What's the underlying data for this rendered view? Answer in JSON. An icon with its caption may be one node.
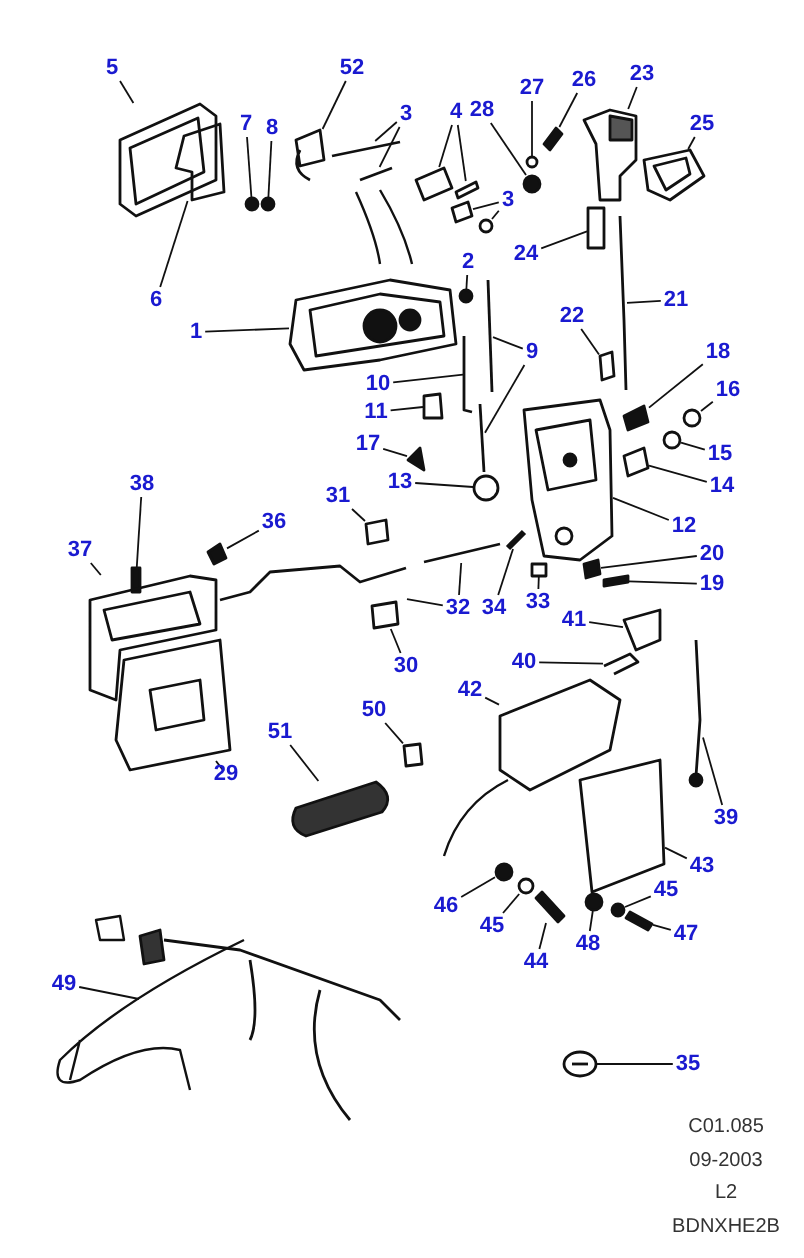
{
  "diagram": {
    "nodes": [
      {
        "text": [
          "5"
        ]
      },
      {
        "text": [
          "7"
        ]
      },
      {
        "text": [
          "8"
        ]
      },
      {
        "text": [
          "52"
        ]
      },
      {
        "text": [
          "3"
        ]
      },
      {
        "text": [
          "4"
        ]
      },
      {
        "text": [
          "28"
        ]
      },
      {
        "text": [
          "27"
        ]
      },
      {
        "text": [
          "26"
        ]
      },
      {
        "text": [
          "23"
        ]
      },
      {
        "text": [
          "25"
        ]
      },
      {
        "text": [
          "3"
        ]
      },
      {
        "text": [
          "6"
        ]
      },
      {
        "text": [
          "1"
        ]
      },
      {
        "text": [
          "2"
        ]
      },
      {
        "text": [
          "24"
        ]
      },
      {
        "text": [
          "21"
        ]
      },
      {
        "text": [
          "10"
        ]
      },
      {
        "text": [
          "9"
        ]
      },
      {
        "text": [
          "11"
        ]
      },
      {
        "text": [
          "22"
        ]
      },
      {
        "text": [
          "18"
        ]
      },
      {
        "text": [
          "16"
        ]
      },
      {
        "text": [
          "17"
        ]
      },
      {
        "text": [
          "15"
        ]
      },
      {
        "text": [
          "13"
        ]
      },
      {
        "text": [
          "14"
        ]
      },
      {
        "text": [
          "31"
        ]
      },
      {
        "text": [
          "36"
        ]
      },
      {
        "text": [
          "38"
        ]
      },
      {
        "text": [
          "37"
        ]
      },
      {
        "text": [
          "12"
        ]
      },
      {
        "text": [
          "32"
        ]
      },
      {
        "text": [
          "34"
        ]
      },
      {
        "text": [
          "33"
        ]
      },
      {
        "text": [
          "20"
        ]
      },
      {
        "text": [
          "19"
        ]
      },
      {
        "text": [
          "41"
        ]
      },
      {
        "text": [
          "30"
        ]
      },
      {
        "text": [
          "40"
        ]
      },
      {
        "text": [
          "42"
        ]
      },
      {
        "text": [
          "29"
        ]
      },
      {
        "text": [
          "50"
        ]
      },
      {
        "text": [
          "51"
        ]
      },
      {
        "text": [
          "39"
        ]
      },
      {
        "text": [
          "43"
        ]
      },
      {
        "text": [
          "46"
        ]
      },
      {
        "text": [
          "45"
        ]
      },
      {
        "text": [
          "45"
        ]
      },
      {
        "text": [
          "48"
        ]
      },
      {
        "text": [
          "44"
        ]
      },
      {
        "text": [
          "47"
        ]
      },
      {
        "text": [
          "49"
        ]
      },
      {
        "text": [
          "35"
        ]
      },
      {
        "text": [],
        "shape": "picture"
      },
      {
        "text": [],
        "shape": "circle"
      },
      {
        "text": [],
        "shape": "circle"
      },
      {
        "text": [],
        "shape": "picture"
      },
      {
        "text": [],
        "shape": "picture"
      },
      {
        "text": [],
        "shape": "picture"
      },
      {
        "text": [],
        "shape": "picture"
      },
      {
        "text": [],
        "shape": "box"
      },
      {
        "text": [],
        "shape": "circle"
      },
      {
        "text": [],
        "shape": "circle"
      },
      {
        "text": [],
        "shape": "picture"
      },
      {
        "text": [],
        "shape": "picture"
      },
      {
        "text": [],
        "shape": "picture"
      },
      {
        "text": [],
        "shape": "picture"
      },
      {
        "text": [],
        "shape": "circle"
      },
      {
        "text": [],
        "shape": "picture"
      },
      {
        "text": [],
        "shape": "picture"
      },
      {
        "text": [],
        "shape": "circle"
      },
      {
        "text": [],
        "shape": "box"
      },
      {
        "text": [],
        "shape": "picture"
      },
      {
        "text": [],
        "shape": "picture"
      },
      {
        "text": [],
        "shape": "picture"
      },
      {
        "text": [],
        "shape": "picture"
      },
      {
        "text": [],
        "shape": "box"
      },
      {
        "text": [],
        "shape": "box"
      },
      {
        "text": [],
        "shape": "picture"
      },
      {
        "text": [],
        "shape": "circle"
      },
      {
        "text": [],
        "shape": "picture"
      },
      {
        "text": [],
        "shape": "circle"
      },
      {
        "text": [],
        "shape": "circle"
      },
      {
        "text": [],
        "shape": "picture"
      },
      {
        "text": [],
        "shape": "box"
      },
      {
        "text": [],
        "shape": "picture"
      },
      {
        "text": [],
        "shape": "box"
      },
      {
        "text": [],
        "shape": "picture"
      },
      {
        "text": [],
        "shape": "picture"
      },
      {
        "text": [],
        "shape": "picture"
      },
      {
        "text": [],
        "shape": "picture"
      },
      {
        "text": [],
        "shape": "picture"
      },
      {
        "text": [],
        "shape": "box"
      },
      {
        "text": [],
        "shape": "box"
      },
      {
        "text": [],
        "shape": "box"
      },
      {
        "text": [],
        "shape": "picture"
      },
      {
        "text": [],
        "shape": "box"
      },
      {
        "text": [],
        "shape": "picture"
      },
      {
        "text": [],
        "shape": "picture"
      },
      {
        "text": [],
        "shape": "picture"
      },
      {
        "text": [],
        "shape": "box"
      },
      {
        "text": [],
        "shape": "picture"
      },
      {
        "text": [],
        "shape": "picture"
      },
      {
        "text": [],
        "shape": "picture"
      },
      {
        "text": [],
        "shape": "circle"
      },
      {
        "text": [],
        "shape": "circle"
      },
      {
        "text": [],
        "shape": "circle"
      },
      {
        "text": [],
        "shape": "circle"
      },
      {
        "text": [],
        "shape": "picture"
      },
      {
        "text": [],
        "shape": "picture"
      },
      {
        "text": [],
        "shape": "picture"
      },
      {
        "text": [],
        "shape": "picture"
      }
    ],
    "edges": [
      {
        "from": 0,
        "to": 54,
        "arrow": "none"
      },
      {
        "from": 1,
        "to": 55,
        "arrow": "none"
      },
      {
        "from": 2,
        "to": 56,
        "arrow": "none"
      },
      {
        "from": 3,
        "to": 57,
        "arrow": "none"
      },
      {
        "from": 4,
        "to": 58,
        "arrow": "none"
      },
      {
        "from": 4,
        "to": 59,
        "arrow": "none"
      },
      {
        "from": 5,
        "to": 60,
        "arrow": "none"
      },
      {
        "from": 5,
        "to": 61,
        "arrow": "none"
      },
      {
        "from": 6,
        "to": 62,
        "arrow": "none"
      },
      {
        "from": 7,
        "to": 63,
        "arrow": "none"
      },
      {
        "from": 8,
        "to": 64,
        "arrow": "none"
      },
      {
        "from": 9,
        "to": 65,
        "arrow": "none"
      },
      {
        "from": 10,
        "to": 66,
        "arrow": "none"
      },
      {
        "from": 11,
        "to": 67,
        "arrow": "none"
      },
      {
        "from": 11,
        "to": 68,
        "arrow": "none"
      },
      {
        "from": 12,
        "to": 69,
        "arrow": "none"
      },
      {
        "from": 13,
        "to": 70,
        "arrow": "none"
      },
      {
        "from": 14,
        "to": 71,
        "arrow": "none"
      },
      {
        "from": 15,
        "to": 72,
        "arrow": "none"
      },
      {
        "from": 16,
        "to": 73,
        "arrow": "none"
      },
      {
        "from": 17,
        "to": 74,
        "arrow": "none"
      },
      {
        "from": 18,
        "to": 75,
        "arrow": "none"
      },
      {
        "from": 18,
        "to": 76,
        "arrow": "none"
      },
      {
        "from": 19,
        "to": 77,
        "arrow": "none"
      },
      {
        "from": 20,
        "to": 78,
        "arrow": "none"
      },
      {
        "from": 21,
        "to": 79,
        "arrow": "none"
      },
      {
        "from": 22,
        "to": 80,
        "arrow": "none"
      },
      {
        "from": 23,
        "to": 81,
        "arrow": "none"
      },
      {
        "from": 24,
        "to": 82,
        "arrow": "none"
      },
      {
        "from": 25,
        "to": 83,
        "arrow": "none"
      },
      {
        "from": 26,
        "to": 84,
        "arrow": "none"
      },
      {
        "from": 27,
        "to": 85,
        "arrow": "none"
      },
      {
        "from": 28,
        "to": 86,
        "arrow": "none"
      },
      {
        "from": 29,
        "to": 87,
        "arrow": "none"
      },
      {
        "from": 30,
        "to": 88,
        "arrow": "none"
      },
      {
        "from": 31,
        "to": 89,
        "arrow": "none"
      },
      {
        "from": 32,
        "to": 90,
        "arrow": "none"
      },
      {
        "from": 32,
        "to": 91,
        "arrow": "none"
      },
      {
        "from": 33,
        "to": 92,
        "arrow": "none"
      },
      {
        "from": 34,
        "to": 93,
        "arrow": "none"
      },
      {
        "from": 35,
        "to": 94,
        "arrow": "none"
      },
      {
        "from": 36,
        "to": 95,
        "arrow": "none"
      },
      {
        "from": 37,
        "to": 96,
        "arrow": "none"
      },
      {
        "from": 38,
        "to": 97,
        "arrow": "none"
      },
      {
        "from": 39,
        "to": 98,
        "arrow": "none"
      },
      {
        "from": 40,
        "to": 99,
        "arrow": "none"
      },
      {
        "from": 41,
        "to": 100,
        "arrow": "none"
      },
      {
        "from": 42,
        "to": 101,
        "arrow": "none"
      },
      {
        "from": 43,
        "to": 102,
        "arrow": "none"
      },
      {
        "from": 44,
        "to": 103,
        "arrow": "none"
      },
      {
        "from": 45,
        "to": 104,
        "arrow": "none"
      },
      {
        "from": 46,
        "to": 105,
        "arrow": "none"
      },
      {
        "from": 47,
        "to": 106,
        "arrow": "none"
      },
      {
        "from": 48,
        "to": 107,
        "arrow": "none"
      },
      {
        "from": 49,
        "to": 108,
        "arrow": "none"
      },
      {
        "from": 50,
        "to": 109,
        "arrow": "none"
      },
      {
        "from": 51,
        "to": 110,
        "arrow": "none"
      },
      {
        "from": 52,
        "to": 111,
        "arrow": "none"
      },
      {
        "from": 53,
        "to": 112,
        "arrow": "none"
      }
    ],
    "labels": [
      "C01.085",
      "09-2003",
      "L2",
      "BDNXHE2B"
    ]
  }
}
